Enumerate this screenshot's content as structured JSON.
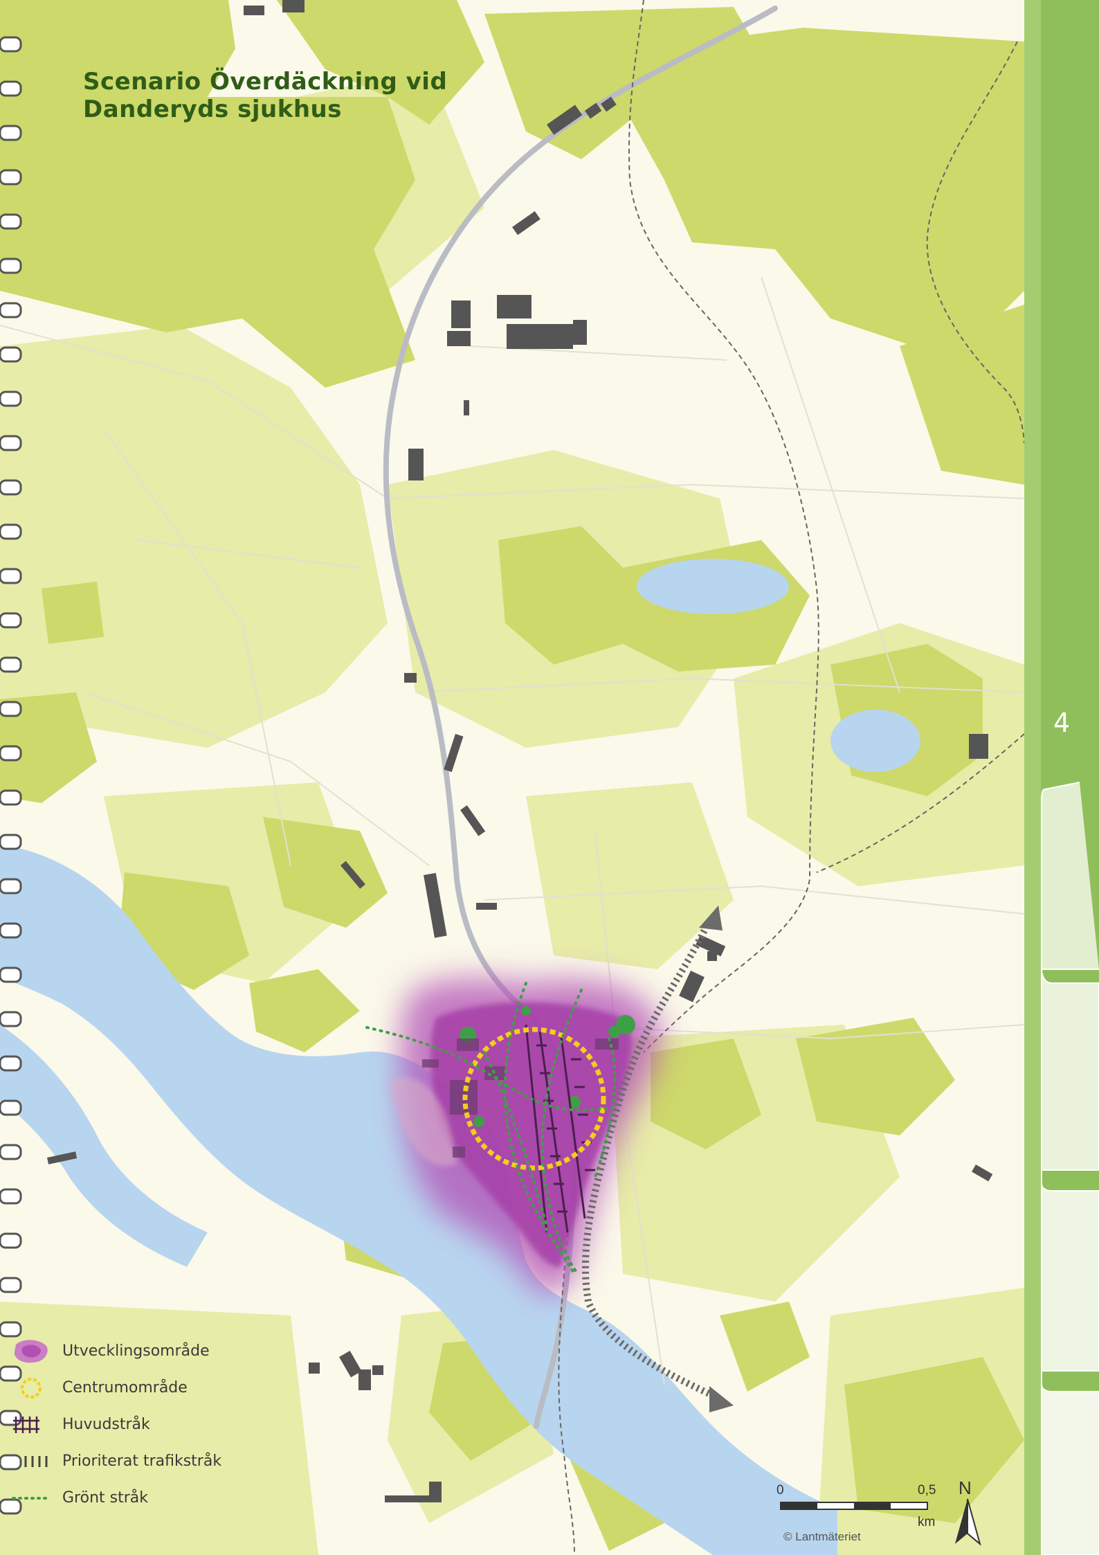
{
  "map": {
    "title_line1": "Scenario Överdäckning vid",
    "title_line2": "Danderyds sjukhus",
    "section_tab": "4",
    "colors": {
      "paper": "#fbf9ea",
      "forest": "#cdd96a",
      "forest_light": "#e7eca8",
      "water": "#b8d5ef",
      "road": "#b9bcc4",
      "building": "#555555",
      "development_area": "#b24fb5",
      "center_area": "#f3cd1e",
      "green_corridor": "#3f9f46",
      "traffic_route": "#6b6b6b",
      "tab_green": "#8fbf5a",
      "title": "#2f5d17"
    },
    "icons": {
      "north_arrow": "north-arrow-icon",
      "traffic_arrow": "arrow-icon"
    }
  },
  "legend": [
    {
      "symbol": "development-area",
      "label": "Utvecklingsområde"
    },
    {
      "symbol": "center-area",
      "label": "Centrumområde"
    },
    {
      "symbol": "main-route",
      "label": "Huvudstråk"
    },
    {
      "symbol": "priority-traffic-route",
      "label": "Prioriterat trafikstråk"
    },
    {
      "symbol": "green-corridor",
      "label": "Grönt stråk"
    }
  ],
  "scale": {
    "start": "0",
    "end": "0,5",
    "unit": "km"
  },
  "north_label": "N",
  "copyright": "© Lantmäteriet"
}
